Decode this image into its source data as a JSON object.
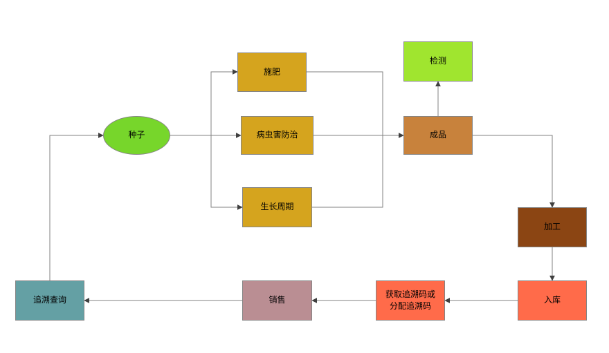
{
  "diagram": {
    "type": "flowchart",
    "background": "#FFFFFF",
    "line_color": "#808080",
    "arrow_color": "#404040",
    "text_color": "#000000",
    "nodes": {
      "seed": {
        "label": "种子",
        "shape": "ellipse",
        "color": "#77D62B"
      },
      "fertilize": {
        "label": "施肥",
        "shape": "rect",
        "color": "#D5A41E"
      },
      "pest": {
        "label": "病虫害防治",
        "shape": "rect",
        "color": "#D5A41E"
      },
      "growth": {
        "label": "生长周期",
        "shape": "rect",
        "color": "#D5A41E"
      },
      "inspect": {
        "label": "检测",
        "shape": "rect",
        "color": "#A0E52F"
      },
      "finished": {
        "label": "成品",
        "shape": "rect",
        "color": "#C8823C"
      },
      "process": {
        "label": "加工",
        "shape": "rect",
        "color": "#8B4513"
      },
      "warehouse": {
        "label": "入库",
        "shape": "rect",
        "color": "#FF6B4A"
      },
      "tracecode": {
        "label": "获取追溯码或\n分配追溯码",
        "shape": "rect",
        "color": "#FF6B4A"
      },
      "sales": {
        "label": "销售",
        "shape": "rect",
        "color": "#BA8E93"
      },
      "query": {
        "label": "追溯查询",
        "shape": "rect",
        "color": "#64A0A4"
      }
    },
    "edges": [
      {
        "from": "seed",
        "to": "fertilize"
      },
      {
        "from": "seed",
        "to": "pest"
      },
      {
        "from": "seed",
        "to": "growth"
      },
      {
        "from": "fertilize",
        "to": "finished"
      },
      {
        "from": "pest",
        "to": "finished"
      },
      {
        "from": "growth",
        "to": "finished"
      },
      {
        "from": "finished",
        "to": "inspect"
      },
      {
        "from": "finished",
        "to": "process"
      },
      {
        "from": "process",
        "to": "warehouse"
      },
      {
        "from": "warehouse",
        "to": "tracecode"
      },
      {
        "from": "tracecode",
        "to": "sales"
      },
      {
        "from": "sales",
        "to": "query"
      },
      {
        "from": "query",
        "to": "seed"
      }
    ]
  }
}
